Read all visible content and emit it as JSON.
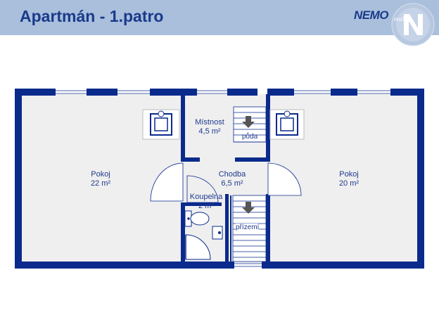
{
  "header": {
    "title": "Apartmán - 1.patro",
    "logo_text": "NEMO",
    "logo_sub": "reality"
  },
  "rooms": {
    "pokoj_left": {
      "name": "Pokoj",
      "area": "22 m²"
    },
    "mistnost": {
      "name": "Místnost",
      "area": "4,5 m²"
    },
    "chodba": {
      "name": "Chodba",
      "area": "6,5 m²"
    },
    "koupelna": {
      "name": "Koupelna",
      "area": "2 m²"
    },
    "pokoj_right": {
      "name": "Pokoj",
      "area": "20 m²"
    }
  },
  "stairs": {
    "up_label": "půda",
    "down_label": "přízemí"
  },
  "colors": {
    "wall": "#0a2a8c",
    "floor": "#efefef",
    "header_bg": "#a9bfdc",
    "text": "#1f3a8f"
  }
}
